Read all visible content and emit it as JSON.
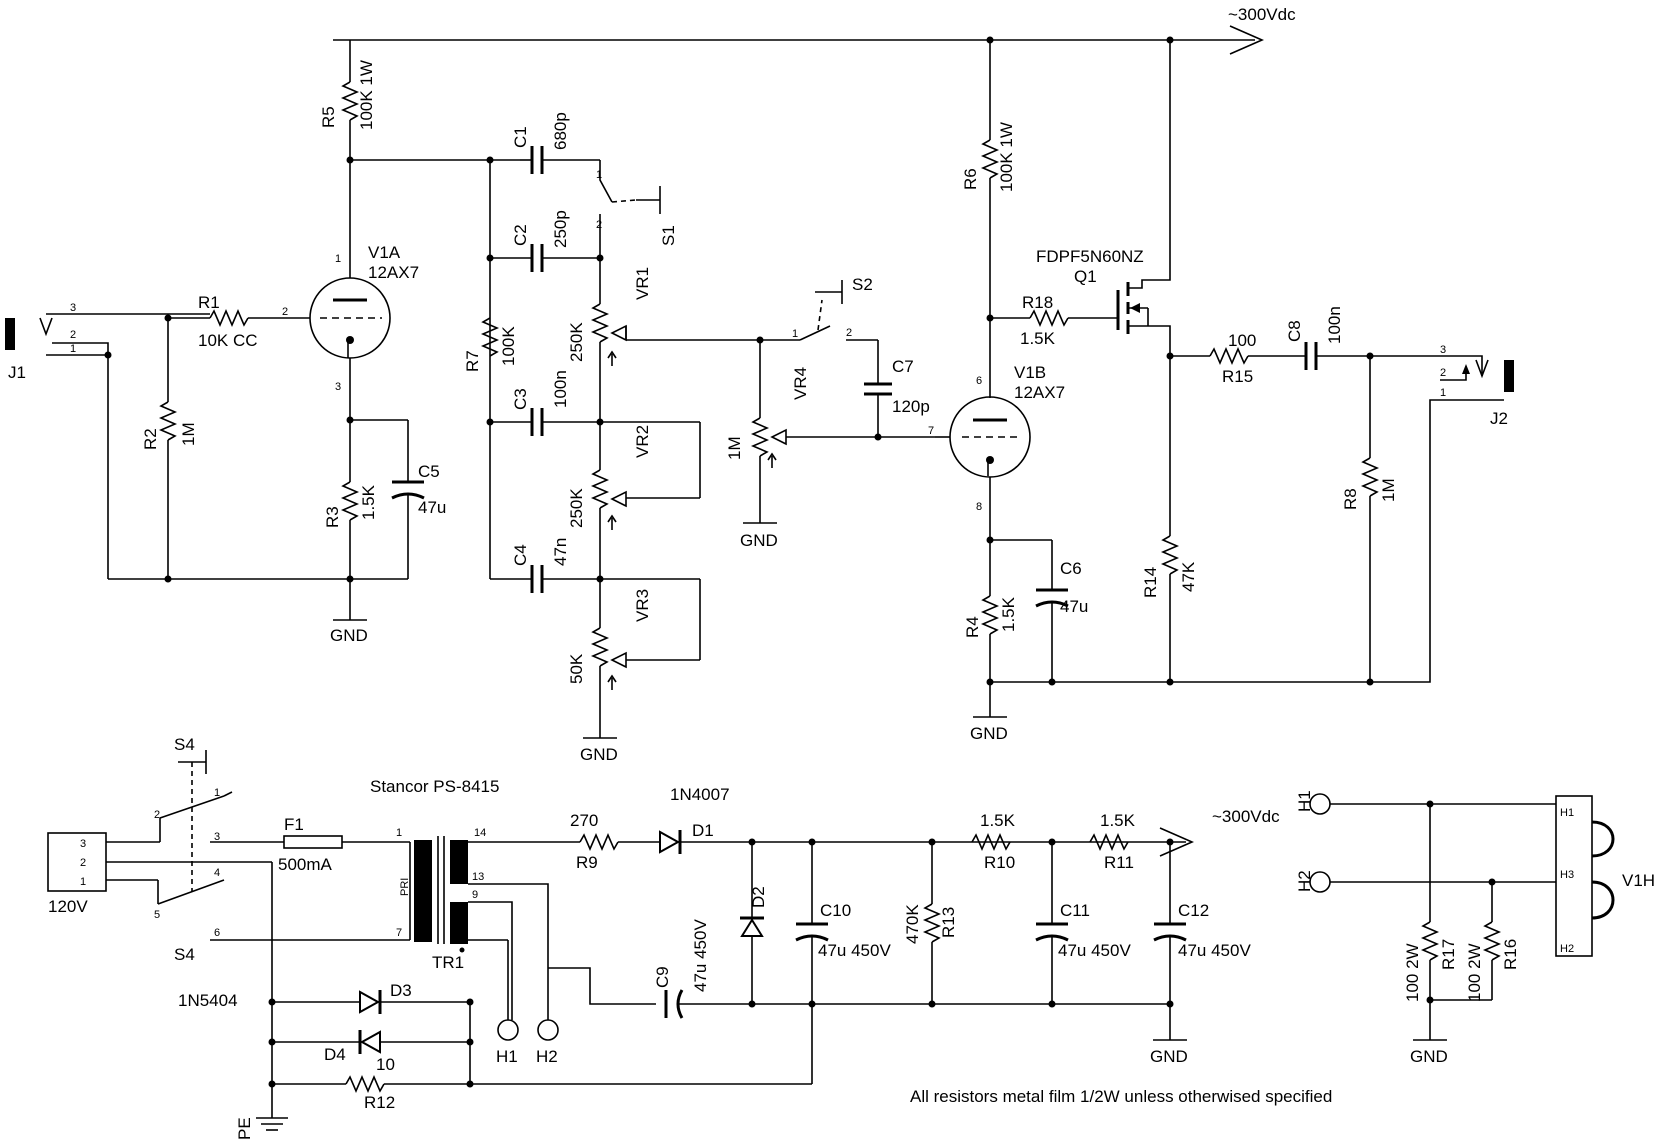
{
  "labels": {
    "hv_top": "~300Vdc",
    "hv_psu": "~300Vdc",
    "note": "All resistors metal film 1/2W unless otherwised specified",
    "j1": "J1",
    "j2": "J2",
    "r1": "R1",
    "r1v": "10K CC",
    "r2": "R2",
    "r2v": "1M",
    "r3": "R3",
    "r3v": "1.5K",
    "r4": "R4",
    "r4v": "1.5K",
    "r5": "R5",
    "r5v": "100K 1W",
    "r6": "R6",
    "r6v": "100K 1W",
    "r7": "R7",
    "r7v": "100K",
    "r8": "R8",
    "r8v": "1M",
    "r9": "R9",
    "r9v": "270",
    "r10": "R10",
    "r10v": "1.5K",
    "r11": "R11",
    "r11v": "1.5K",
    "r12": "R12",
    "r12v": "10",
    "r13": "R13",
    "r13v": "470K",
    "r14": "R14",
    "r14v": "47K",
    "r15": "R15",
    "r15v": "100",
    "r16": "R16",
    "r16v": "100 2W",
    "r17": "R17",
    "r17v": "100 2W",
    "r18": "R18",
    "r18v": "1.5K",
    "c1": "C1",
    "c1v": "680p",
    "c2": "C2",
    "c2v": "250p",
    "c3": "C3",
    "c3v": "100n",
    "c4": "C4",
    "c4v": "47n",
    "c5": "C5",
    "c5v": "47u",
    "c6": "C6",
    "c6v": "47u",
    "c7": "C7",
    "c7v": "120p",
    "c8": "C8",
    "c8v": "100n",
    "c9": "C9",
    "c9v": "47u 450V",
    "c10": "C10",
    "c10v": "47u 450V",
    "c11": "C11",
    "c11v": "47u 450V",
    "c12": "C12",
    "c12v": "47u 450V",
    "v1a": "V1A",
    "v1b": "V1B",
    "v1h": "V1H",
    "tube": "12AX7",
    "vr1": "VR1",
    "vr1v": "250K",
    "vr2": "VR2",
    "vr2v": "250K",
    "vr3": "VR3",
    "vr3v": "50K",
    "vr4": "VR4",
    "vr4v": "1M",
    "s1": "S1",
    "s2": "S2",
    "s4": "S4",
    "q1": "Q1",
    "q1v": "FDPF5N60NZ",
    "d1": "D1",
    "d1v": "1N4007",
    "d2": "D2",
    "d3": "D3",
    "d4": "D4",
    "d34v": "1N5404",
    "f1": "F1",
    "f1v": "500mA",
    "tr1": "TR1",
    "tr1v": "Stancor PS-8415",
    "pri": "PRI",
    "s1w": "S1",
    "s2w": "S2",
    "h1": "H1",
    "h2": "H2",
    "gnd": "GND",
    "pe": "PE",
    "v120": "120V",
    "p1": "1",
    "p2": "2",
    "p3": "3",
    "p4": "4",
    "p5": "5",
    "p6": "6",
    "p7": "7",
    "p8": "8",
    "p9": "9",
    "p13": "13",
    "p14": "14",
    "hh1": "H1",
    "hh2": "H2",
    "hh3": "H3"
  }
}
